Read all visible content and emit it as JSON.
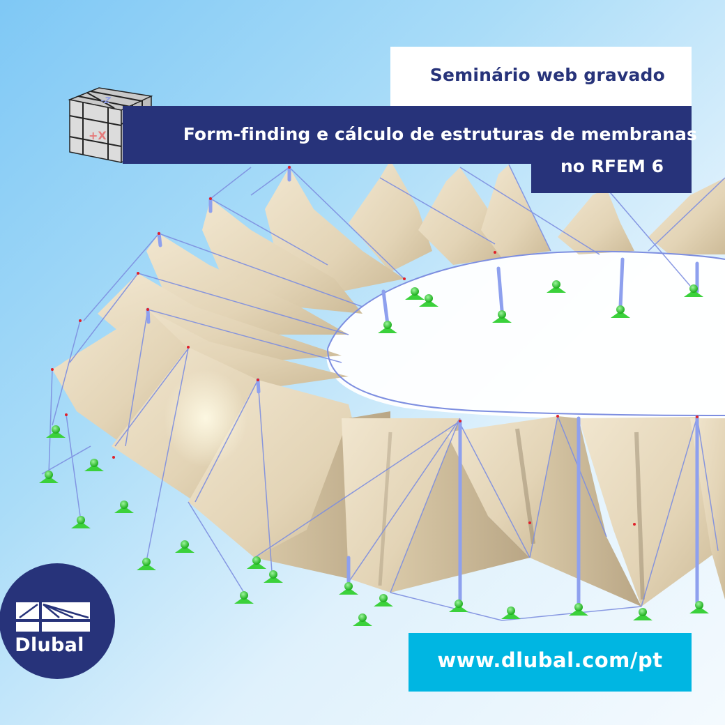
{
  "banner": {
    "subtitle": "Seminário web gravado",
    "title_line1": "Form-finding e cálculo de estruturas de membranas",
    "title_line2": "no RFEM 6",
    "url": "www.dlubal.com/pt"
  },
  "logo": {
    "text": "Dlubal",
    "icon": "dlubal-bridge-logo-icon"
  },
  "view_cube": {
    "icon": "view-cube-icon",
    "face_label_front": "+X",
    "face_label_top": "-Z"
  },
  "colors": {
    "navy": "#27337a",
    "cyan": "#00b6e2",
    "white": "#ffffff",
    "membrane": "#e6d8bd",
    "cable": "#7d8ee0",
    "support": "#3bd13b",
    "node": "#e0202a",
    "sky_top": "#7fc8f5",
    "sky_bottom": "#f4fafe"
  },
  "scene": {
    "description": "3D render of a ring-shaped tensile membrane roof structure with masts, cables and green supports"
  }
}
